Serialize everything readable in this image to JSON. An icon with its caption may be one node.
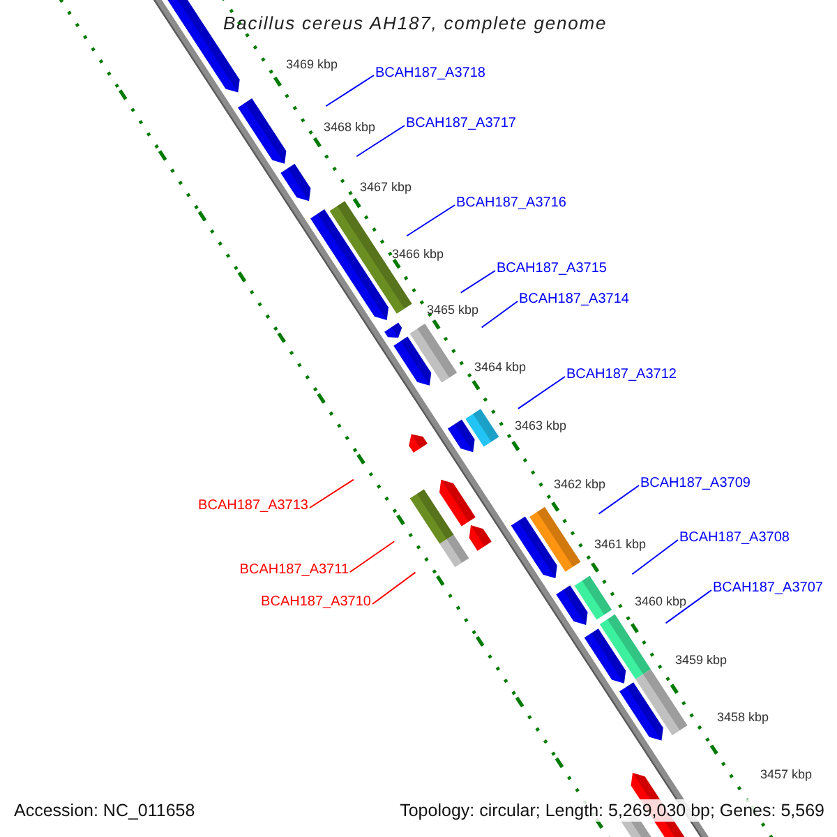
{
  "diagram": {
    "title": "Bacillus cereus AH187, complete genome",
    "nodes": [
      {
        "text": [
          "BCAH187_A3718"
        ]
      },
      {
        "text": [
          "BCAH187_A3717"
        ]
      },
      {
        "text": [
          "BCAH187_A3716"
        ]
      },
      {
        "text": [
          "BCAH187_A3715"
        ]
      },
      {
        "text": [
          "BCAH187_A3714"
        ]
      },
      {
        "text": [
          "BCAH187_A3712"
        ]
      },
      {
        "text": [
          "BCAH187_A3709"
        ]
      },
      {
        "text": [
          "BCAH187_A3713"
        ]
      },
      {
        "text": [
          "BCAH187_A3708"
        ]
      },
      {
        "text": [
          "BCAH187_A3711"
        ]
      },
      {
        "text": [
          "BCAH187_A3707"
        ]
      },
      {
        "text": [
          "BCAH187_A3710"
        ]
      }
    ],
    "edges": [
      {
        "from": 0,
        "to": null,
        "arrow": "none"
      },
      {
        "from": 1,
        "to": null,
        "arrow": "none"
      },
      {
        "from": 2,
        "to": null,
        "arrow": "none"
      },
      {
        "from": 3,
        "to": null,
        "arrow": "none"
      },
      {
        "from": 4,
        "to": null,
        "arrow": "none"
      },
      {
        "from": 5,
        "to": null,
        "arrow": "none"
      },
      {
        "from": 6,
        "to": null,
        "arrow": "none"
      },
      {
        "from": 7,
        "to": null,
        "arrow": "none",
        "color": "#ff0000"
      },
      {
        "from": 8,
        "to": null,
        "arrow": "none"
      },
      {
        "from": 9,
        "to": null,
        "arrow": "none",
        "color": "#ff0000"
      },
      {
        "from": 10,
        "to": null,
        "arrow": "none"
      },
      {
        "from": 11,
        "to": null,
        "arrow": "none",
        "color": "#ff0000"
      }
    ],
    "labels": [
      "3469 kbp",
      "3468 kbp",
      "3467 kbp",
      "3466 kbp",
      "3465 kbp",
      "3464 kbp",
      "3463 kbp",
      "3462 kbp",
      "3461 kbp",
      "3460 kbp",
      "3459 kbp",
      "3458 kbp",
      "3457 kbp",
      "Accession: NC_011658",
      "Topology: circular; Length: 5,269,030 bp; Genes: 5,569"
    ]
  }
}
